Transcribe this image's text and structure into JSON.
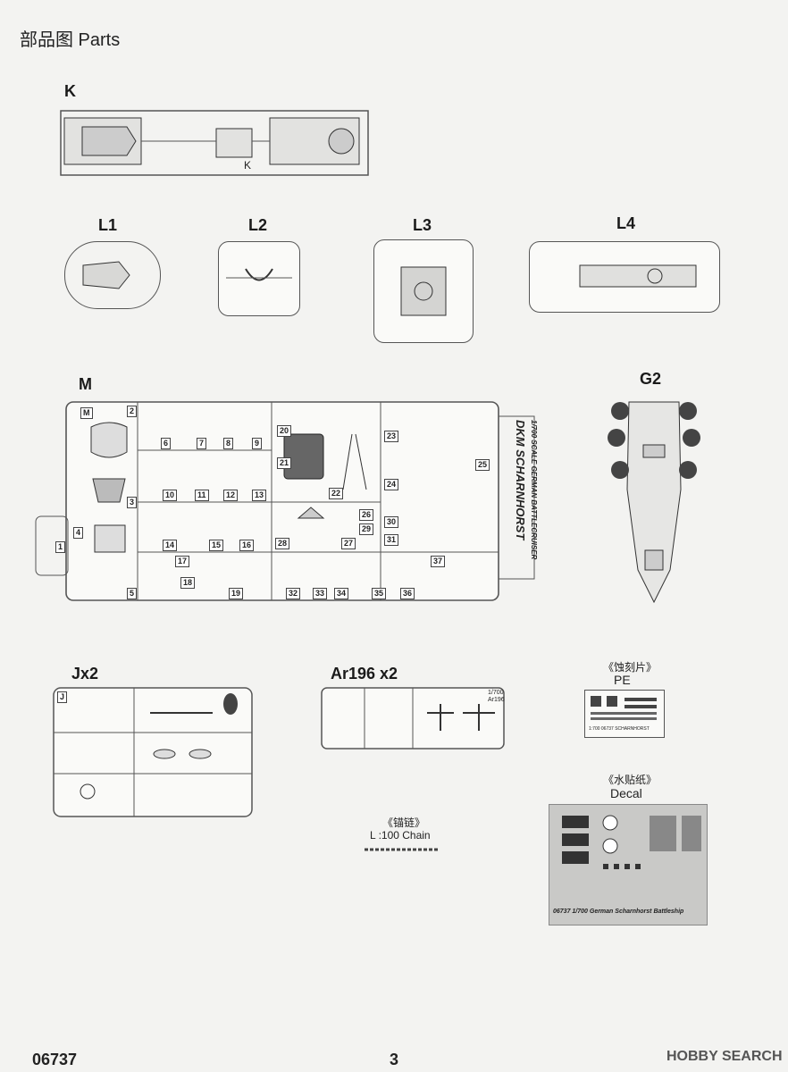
{
  "header": {
    "title": "部品图 Parts"
  },
  "sprues": {
    "k": "K",
    "k_tag": "K",
    "l1": "L1",
    "l2": "L2",
    "l3": "L3",
    "l4": "L4",
    "m": "M",
    "m_tag": "M",
    "m_side_text_1": "1/700 SCALE GERMAN BATTLECRUISER",
    "m_side_text_2": "DKM SCHARNHORST",
    "g2": "G2",
    "jx2": "Jx2",
    "j_tag": "J",
    "ar196": "Ar196 x2",
    "ar196_tag_1": "1/700",
    "ar196_tag_2": "Ar196"
  },
  "m_numbers": [
    "1",
    "2",
    "3",
    "4",
    "5",
    "6",
    "7",
    "8",
    "9",
    "10",
    "11",
    "12",
    "13",
    "14",
    "15",
    "16",
    "17",
    "18",
    "19",
    "20",
    "21",
    "22",
    "23",
    "24",
    "25",
    "26",
    "27",
    "28",
    "29",
    "30",
    "31",
    "32",
    "33",
    "34",
    "35",
    "36",
    "37"
  ],
  "pe": {
    "caption_cn": "《蚀刻片》",
    "label": "PE",
    "code": "1:700 06737 SCHARNHORST"
  },
  "decal": {
    "caption_cn": "《水贴纸》",
    "label": "Decal",
    "sheet_text": "06737 1/700 German Scharnhorst Battleship"
  },
  "chain": {
    "caption_cn": "《锚链》",
    "label": "L :100 Chain"
  },
  "footer": {
    "code": "06737",
    "page": "3"
  },
  "watermark": {
    "text": "HOBBY SEARCH"
  }
}
